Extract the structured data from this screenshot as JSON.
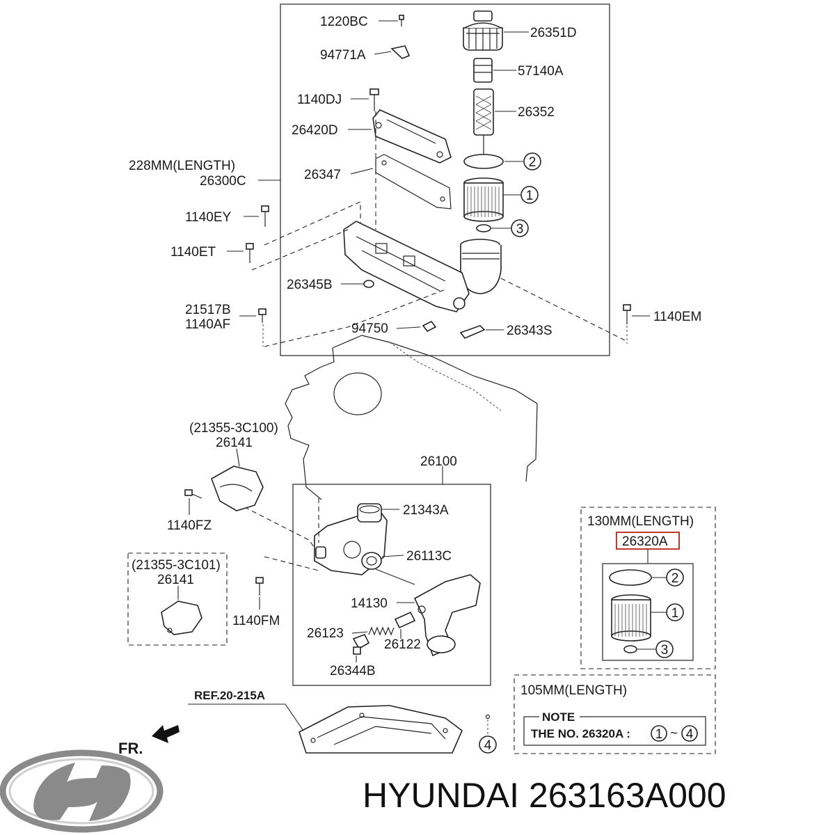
{
  "labels": {
    "l_1220BC": "1220BC",
    "l_94771A": "94771A",
    "l_1140DJ": "1140DJ",
    "l_26420D": "26420D",
    "l_228mm": "228MM(LENGTH)",
    "l_26300C": "26300C",
    "l_26347": "26347",
    "l_1140EY": "1140EY",
    "l_1140ET": "1140ET",
    "l_26345B": "26345B",
    "l_21517B": "21517B",
    "l_1140AF": "1140AF",
    "l_94750": "94750",
    "l_26343S": "26343S",
    "l_1140EM": "1140EM",
    "l_26351D": "26351D",
    "l_57140A": "57140A",
    "l_26352": "26352",
    "l_21355_3C100": "(21355-3C100)",
    "l_26141_top": "26141",
    "l_26100": "26100",
    "l_1140FZ": "1140FZ",
    "l_21343A": "21343A",
    "l_26113C": "26113C",
    "l_21355_3C101": "(21355-3C101)",
    "l_26141_bot": "26141",
    "l_1140FM": "1140FM",
    "l_14130": "14130",
    "l_26123": "26123",
    "l_26122": "26122",
    "l_26344B": "26344B",
    "l_ref": "REF.20-215A",
    "l_fr": "FR.",
    "l_130mm": "130MM(LENGTH)",
    "l_26320A": "26320A",
    "l_105mm": "105MM(LENGTH)",
    "l_note": "NOTE",
    "l_note_line": "THE NO. 26320A :",
    "l_tilde": "~"
  },
  "callouts": {
    "c1": "1",
    "c2": "2",
    "c3": "3",
    "c4": "4"
  },
  "brand": {
    "logo_name": "hyundai-logo",
    "text": "HYUNDAI 263163A000"
  },
  "colors": {
    "highlight": "#c0392b"
  }
}
